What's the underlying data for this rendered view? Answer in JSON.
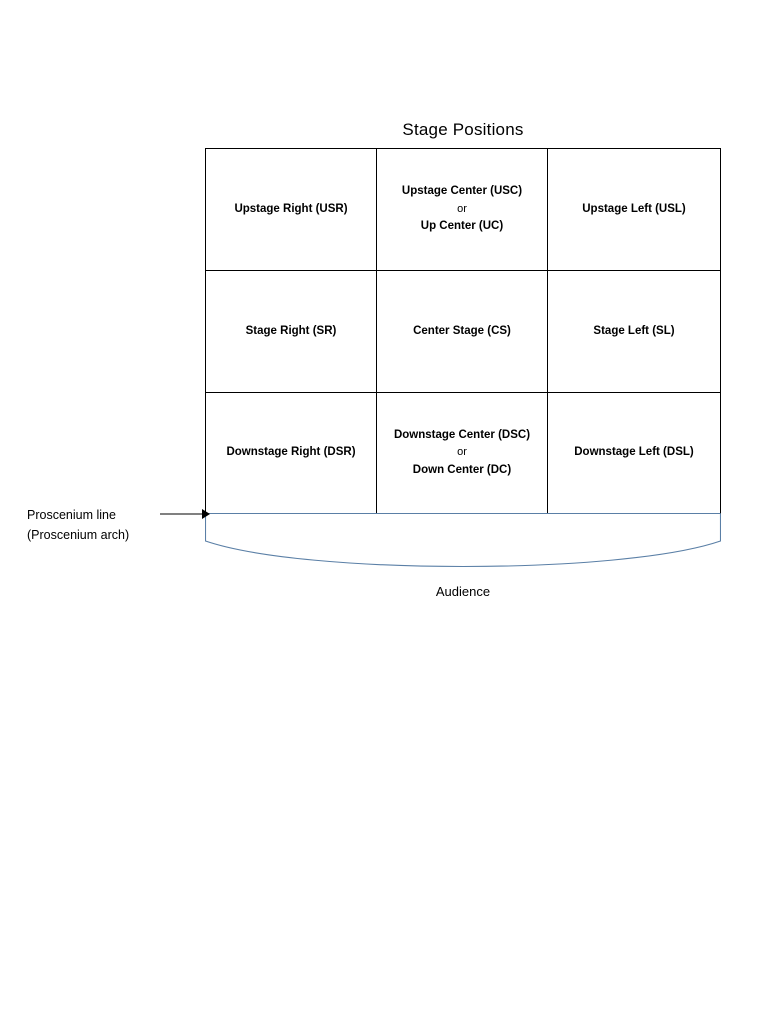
{
  "diagram": {
    "title": "Stage Positions",
    "grid": {
      "rows": [
        [
          {
            "label": "Upstage Right (USR)",
            "alt": ""
          },
          {
            "label": "Upstage Center (USC)",
            "or": "or",
            "alt": "Up Center (UC)"
          },
          {
            "label": "Upstage Left (USL)",
            "alt": ""
          }
        ],
        [
          {
            "label": "Stage Right (SR)",
            "alt": ""
          },
          {
            "label": "Center Stage (CS)",
            "alt": ""
          },
          {
            "label": "Stage Left (SL)",
            "alt": ""
          }
        ],
        [
          {
            "label": "Downstage Right (DSR)",
            "alt": ""
          },
          {
            "label": "Downstage Center (DSC)",
            "or": "or",
            "alt": "Down Center (DC)"
          },
          {
            "label": "Downstage Left (DSL)",
            "alt": ""
          }
        ]
      ]
    },
    "proscenium": {
      "line1": "Proscenium line",
      "line2": "(Proscenium arch)"
    },
    "audience": "Audience",
    "colors": {
      "stroke": "#000000",
      "apron_stroke": "#5a7fa6",
      "background": "#ffffff"
    }
  }
}
